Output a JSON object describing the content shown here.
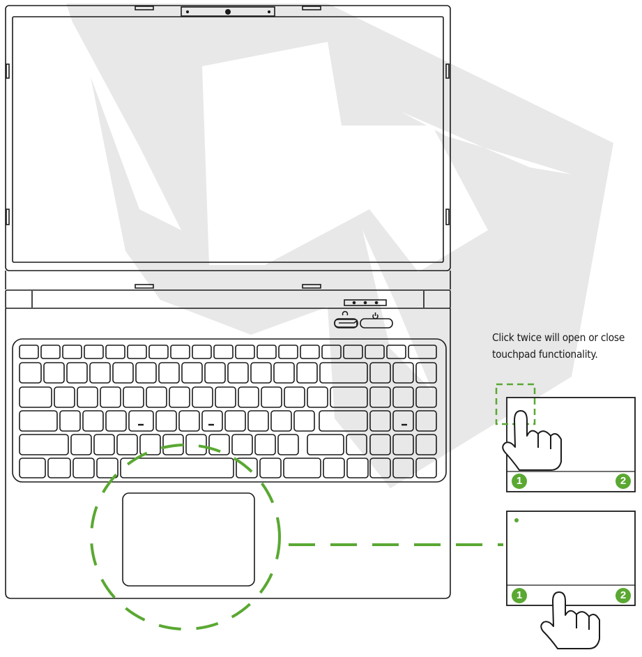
{
  "caption": {
    "line1": "Click twice will open or close",
    "line2": "touchpad functionality."
  },
  "panels": [
    {
      "left_button": "1",
      "right_button": "2"
    },
    {
      "left_button": "1",
      "right_button": "2"
    }
  ],
  "colors": {
    "accent_green": "#5aa832",
    "outline": "#1a1a1a",
    "logo_watermark": "#e6e6e6"
  },
  "icons": [
    "power-icon",
    "fan-mode-icon",
    "pointing-hand-icon"
  ]
}
